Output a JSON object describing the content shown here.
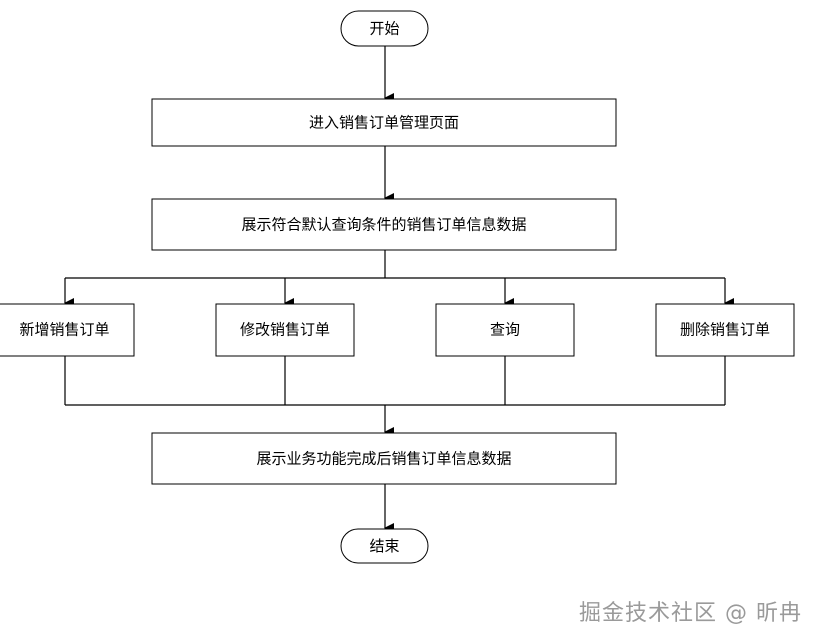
{
  "nodes": {
    "start": "开始",
    "enter_page": "进入销售订单管理页面",
    "show_default": "展示符合默认查询条件的销售订单信息数据",
    "add_order": "新增销售订单",
    "edit_order": "修改销售订单",
    "query": "查询",
    "delete_order": "删除销售订单",
    "show_after": "展示业务功能完成后销售订单信息数据",
    "end": "结束"
  },
  "watermark": "掘金技术社区 @ 昕冉"
}
